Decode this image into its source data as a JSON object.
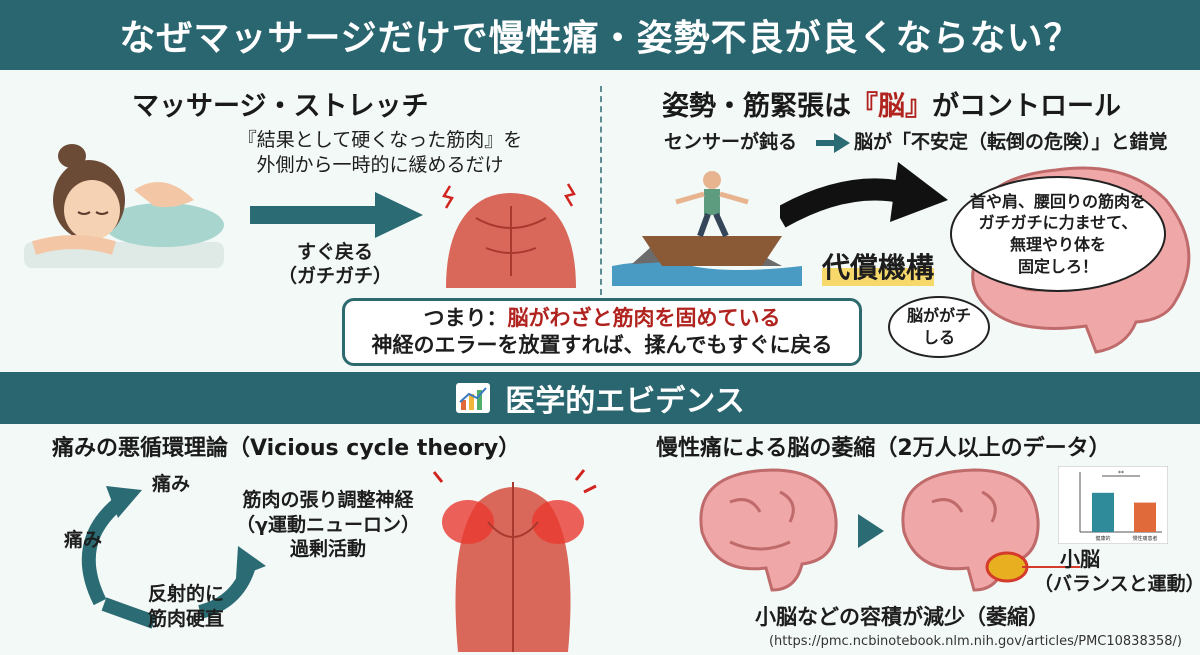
{
  "title": "なぜマッサージだけで慢性痛・姿勢不良が良くならない？",
  "left_panel": {
    "heading": "マッサージ・ストレッチ",
    "desc_line1": "『結果として硬くなった筋肉』を",
    "desc_line2": "外側から一時的に緩めるだけ",
    "return_line1": "すぐ戻る",
    "return_line2": "（ガチガチ）"
  },
  "right_panel": {
    "heading_pre": "姿勢・筋緊張は",
    "heading_brain": "『脳』",
    "heading_post": "がコントロール",
    "sensor_text": "センサーが鈍る",
    "brain_misbelief": "脳が「不安定（転倒の危険）」と錯覚",
    "compensation": "代償機構",
    "thought_line1": "首や肩、腰回りの筋肉を",
    "thought_line2": "ガチガチに力ませて、",
    "thought_line3": "無理やり体を",
    "thought_line4": "固定しろ！",
    "small_cloud_line1": "脳ががチ",
    "small_cloud_line2": "しる"
  },
  "summary": {
    "prefix": "つまり：",
    "highlight": "脳がわざと筋肉を固めている",
    "line2": "神経のエラーを放置すれば、揉んでもすぐに戻る"
  },
  "evidence_title": "医学的エビデンス",
  "vicious_cycle": {
    "heading": "痛みの悪循環理論（Vicious cycle theory）",
    "pain_top": "痛み",
    "pain_left": "痛み",
    "nerve_line1": "筋肉の張り調整神経",
    "nerve_line2": "（γ運動ニューロン）",
    "nerve_line3": "過剰活動",
    "reflex_line1": "反射的に",
    "reflex_line2": "筋肉硬直"
  },
  "atrophy": {
    "heading": "慢性痛による脳の萎縮（2万人以上のデータ）",
    "cerebellum": "小脳",
    "cerebellum_sub": "（バランスと運動）",
    "conclusion": "小脳などの容積が減少（萎縮）",
    "url": "(https://pmc.ncbinotebook.nlm.nih.gov/articles/PMC10838358/)"
  },
  "mini_chart": {
    "type": "bar",
    "categories": [
      "健康的",
      "慢性痛患者"
    ],
    "values": [
      14,
      10.5
    ],
    "ylim": [
      0,
      20
    ],
    "colors": [
      "#2f8a9a",
      "#e06a3a"
    ]
  },
  "colors": {
    "banner": "#2a6670",
    "accent_red": "#b1231f",
    "arrow_teal": "#2b6b74",
    "highlight_yellow": "#f6d86b"
  }
}
